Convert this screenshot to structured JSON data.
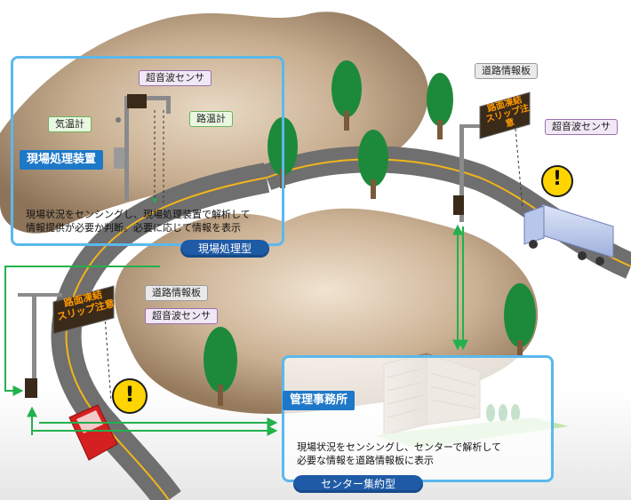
{
  "top_section": {
    "label_device": "現場処理装置",
    "callout_ultrasonic": "超音波センサ",
    "callout_air_temp": "気温計",
    "callout_road_temp": "路温計",
    "caption": "現場状況をセンシングし、現場処理装置で解析して\n情報提供が必要か判断。必要に応じて情報を表示",
    "badge": "現場処理型"
  },
  "right_section": {
    "callout_road_info": "道路情報板",
    "callout_ultrasonic": "超音波センサ",
    "sign_text": "路面凍結\nスリップ注意"
  },
  "left_section": {
    "callout_road_info": "道路情報板",
    "callout_ultrasonic": "超音波センサ",
    "sign_text": "路面凍結\nスリップ注意"
  },
  "center_section": {
    "label_office": "管理事務所",
    "caption": "現場状況をセンシングし、センターで解析して\n必要な情報を道路情報板に表示",
    "badge": "センター集約型"
  },
  "warning_symbol": "!",
  "colors": {
    "frame_blue": "#5bb8ec",
    "label_blue": "#1e78c8",
    "pill_blue": "#1f5aa6",
    "arrow_green": "#22b14c",
    "sign_text_orange": "#ff9a00",
    "warning_yellow": "#ffd400"
  }
}
